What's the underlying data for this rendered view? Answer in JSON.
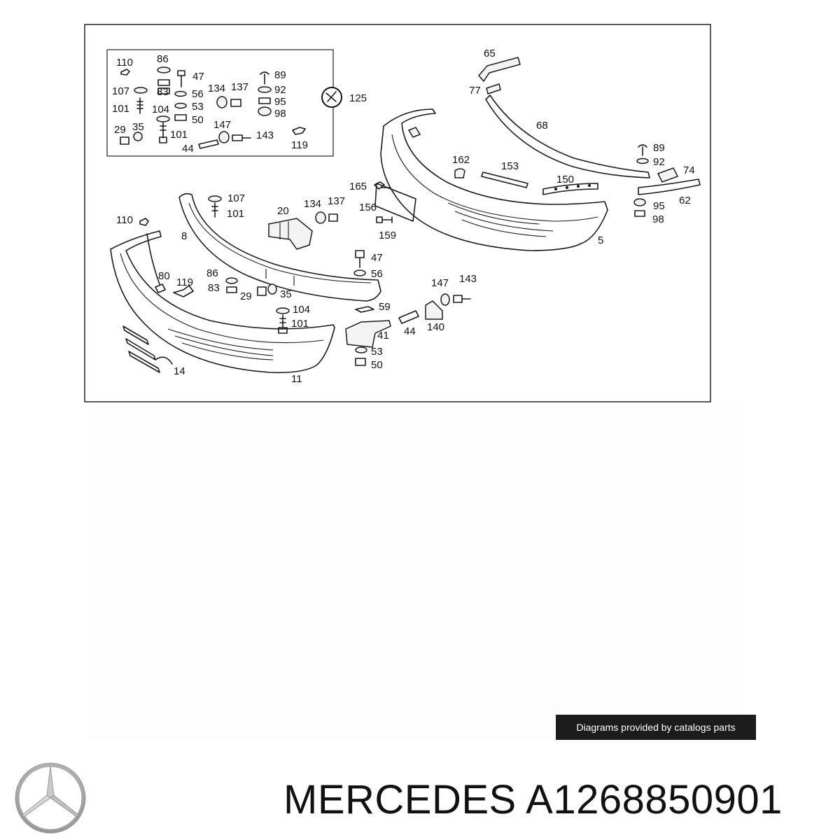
{
  "diagram": {
    "inset_labels": {
      "l110": "110",
      "l86": "86",
      "l47": "47",
      "l107": "107",
      "l83": "83",
      "l56": "56",
      "l101a": "101",
      "l104": "104",
      "l53": "53",
      "l50": "50",
      "l29": "29",
      "l35": "35",
      "l101b": "101",
      "l44": "44",
      "l147": "147",
      "l143": "143",
      "l134": "134",
      "l137": "137",
      "l89": "89",
      "l92": "92",
      "l95": "95",
      "l98": "98",
      "l119": "119",
      "l125": "125"
    },
    "main_labels": {
      "l65": "65",
      "l77": "77",
      "l68": "68",
      "l89": "89",
      "l92": "92",
      "l74": "74",
      "l62": "62",
      "l95": "95",
      "l98": "98",
      "l5": "5",
      "l162": "162",
      "l153": "153",
      "l150": "150",
      "l165": "165",
      "l156": "156",
      "l159": "159",
      "l134": "134",
      "l137": "137",
      "l20": "20",
      "l107": "107",
      "l101a": "101",
      "l110": "110",
      "l8": "8",
      "l47": "47",
      "l56": "56",
      "l80": "80",
      "l119": "119",
      "l86": "86",
      "l83": "83",
      "l29": "29",
      "l35": "35",
      "l104": "104",
      "l101b": "101",
      "l59": "59",
      "l147": "147",
      "l143": "143",
      "l41": "41",
      "l44": "44",
      "l140": "140",
      "l53": "53",
      "l50": "50",
      "l11": "11",
      "l14": "14"
    }
  },
  "credit_text": "Diagrams provided by catalogs parts",
  "brand": {
    "name": "MERCEDES",
    "part_number": "A1268850901",
    "logo_icon": "mercedes-star-icon"
  }
}
